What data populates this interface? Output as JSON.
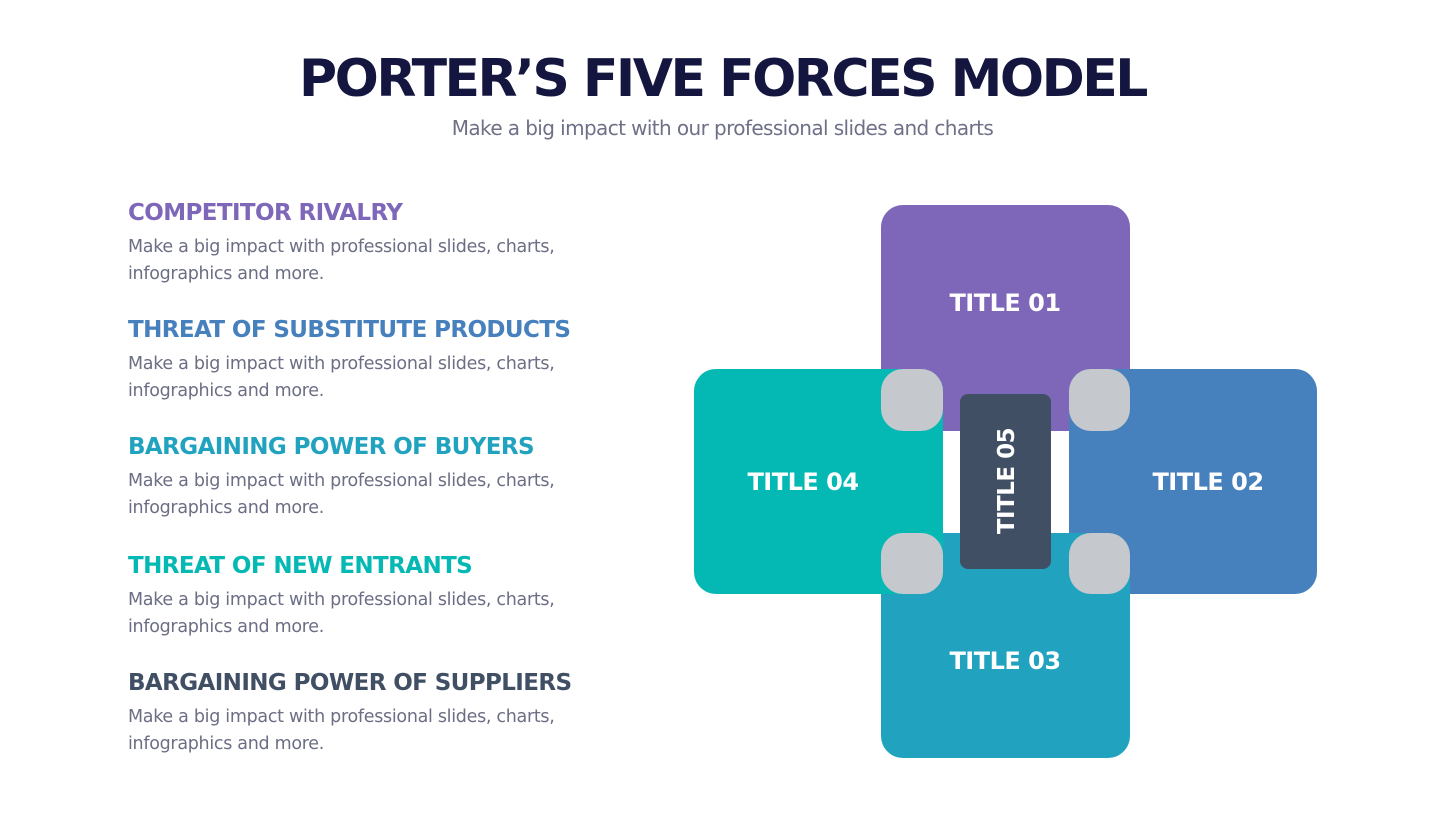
{
  "header": {
    "title": "PORTER’S FIVE FORCES MODEL",
    "subtitle": "Make a big impact with our professional slides and charts"
  },
  "forces": [
    {
      "heading": "COMPETITOR RIVALRY",
      "description": "Make a big impact with professional slides, charts, infographics and more.",
      "color": "#7e66b9"
    },
    {
      "heading": "THREAT OF SUBSTITUTE PRODUCTS",
      "description": "Make a big impact with professional slides, charts, infographics and more.",
      "color": "#4680bd"
    },
    {
      "heading": "BARGAINING POWER OF BUYERS",
      "description": "Make a big impact with professional slides, charts, infographics and more.",
      "color": "#21a3bf"
    },
    {
      "heading": "THREAT OF NEW ENTRANTS",
      "description": "Make a big impact with professional slides, charts, infographics and more.",
      "color": "#04b9b4"
    },
    {
      "heading": "BARGAINING POWER OF SUPPLIERS",
      "description": "Make a big impact with professional slides, charts, infographics and more.",
      "color": "#414f64"
    }
  ],
  "diagram": {
    "top": {
      "label": "TITLE 01",
      "color": "#7e66b9"
    },
    "right": {
      "label": "TITLE 02",
      "color": "#4680bd"
    },
    "bottom": {
      "label": "TITLE 03",
      "color": "#21a3bf"
    },
    "left": {
      "label": "TITLE 04",
      "color": "#04b9b4"
    },
    "center": {
      "label": "TITLE 05",
      "color": "#414f64"
    },
    "connector_color": "#c5c8cd",
    "label_color": "#ffffff"
  }
}
